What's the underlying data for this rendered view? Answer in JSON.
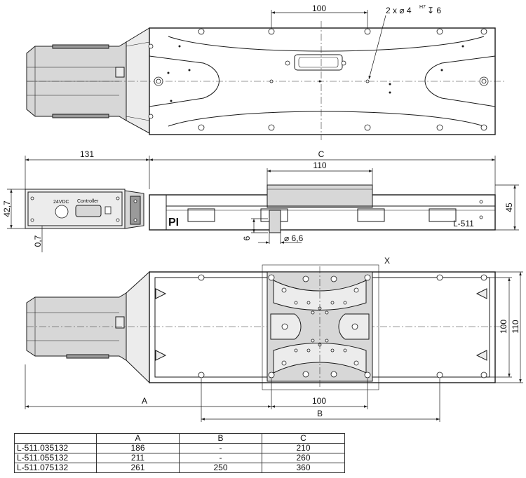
{
  "drawing": {
    "top_view": {
      "dim_hole_spacing": "100",
      "hole_callout": "2 x ⌀ 4",
      "hole_callout_tolerance": "H7",
      "hole_callout_depth": "↧ 6"
    },
    "side_view": {
      "dim_left": "131",
      "dim_length": "C",
      "dim_carriage_width": "110",
      "dim_height_left": "42,7",
      "dim_offset": "0,7",
      "dim_height_right": "45",
      "dim_depth": "6",
      "dim_bore": "⌀ 6,6",
      "label_power": "24VDC",
      "label_controller": "Controller",
      "label_model": "L-511",
      "logo": "PI"
    },
    "bottom_view": {
      "detail_marker": "X",
      "dim_A": "A",
      "dim_hole_spacing": "100",
      "dim_B": "B",
      "dim_width_inner": "100",
      "dim_width_outer": "110"
    }
  },
  "table": {
    "headers": [
      "A",
      "B",
      "C"
    ],
    "rows": [
      {
        "model": "L-511.035132",
        "a": "186",
        "b": "-",
        "c": "210"
      },
      {
        "model": "L-511.055132",
        "a": "211",
        "b": "-",
        "c": "260"
      },
      {
        "model": "L-511.075132",
        "a": "261",
        "b": "250",
        "c": "360"
      }
    ]
  }
}
